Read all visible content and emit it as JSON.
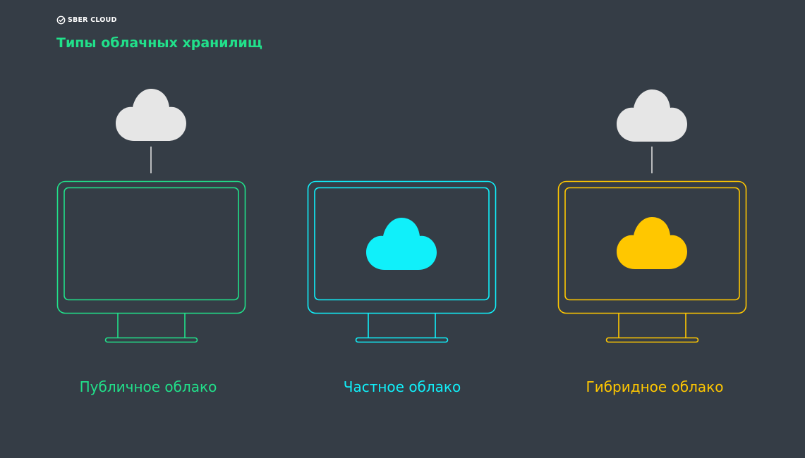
{
  "brand": {
    "logo_text": "SBER CLOUD",
    "logo_icon": "sber-checkmark-icon"
  },
  "title": "Типы облачных хранилищ",
  "colors": {
    "background": "#353d46",
    "title": "#21e08a",
    "public": "#21e08a",
    "private": "#10f0fa",
    "hybrid": "#ffc700",
    "external_cloud": "#e6e6e6"
  },
  "items": [
    {
      "label": "Публичное облако",
      "icon": "monitor-with-external-cloud-icon"
    },
    {
      "label": "Частное облако",
      "icon": "monitor-with-internal-cloud-icon"
    },
    {
      "label": "Гибридное облако",
      "icon": "monitor-with-internal-and-external-cloud-icon"
    }
  ]
}
